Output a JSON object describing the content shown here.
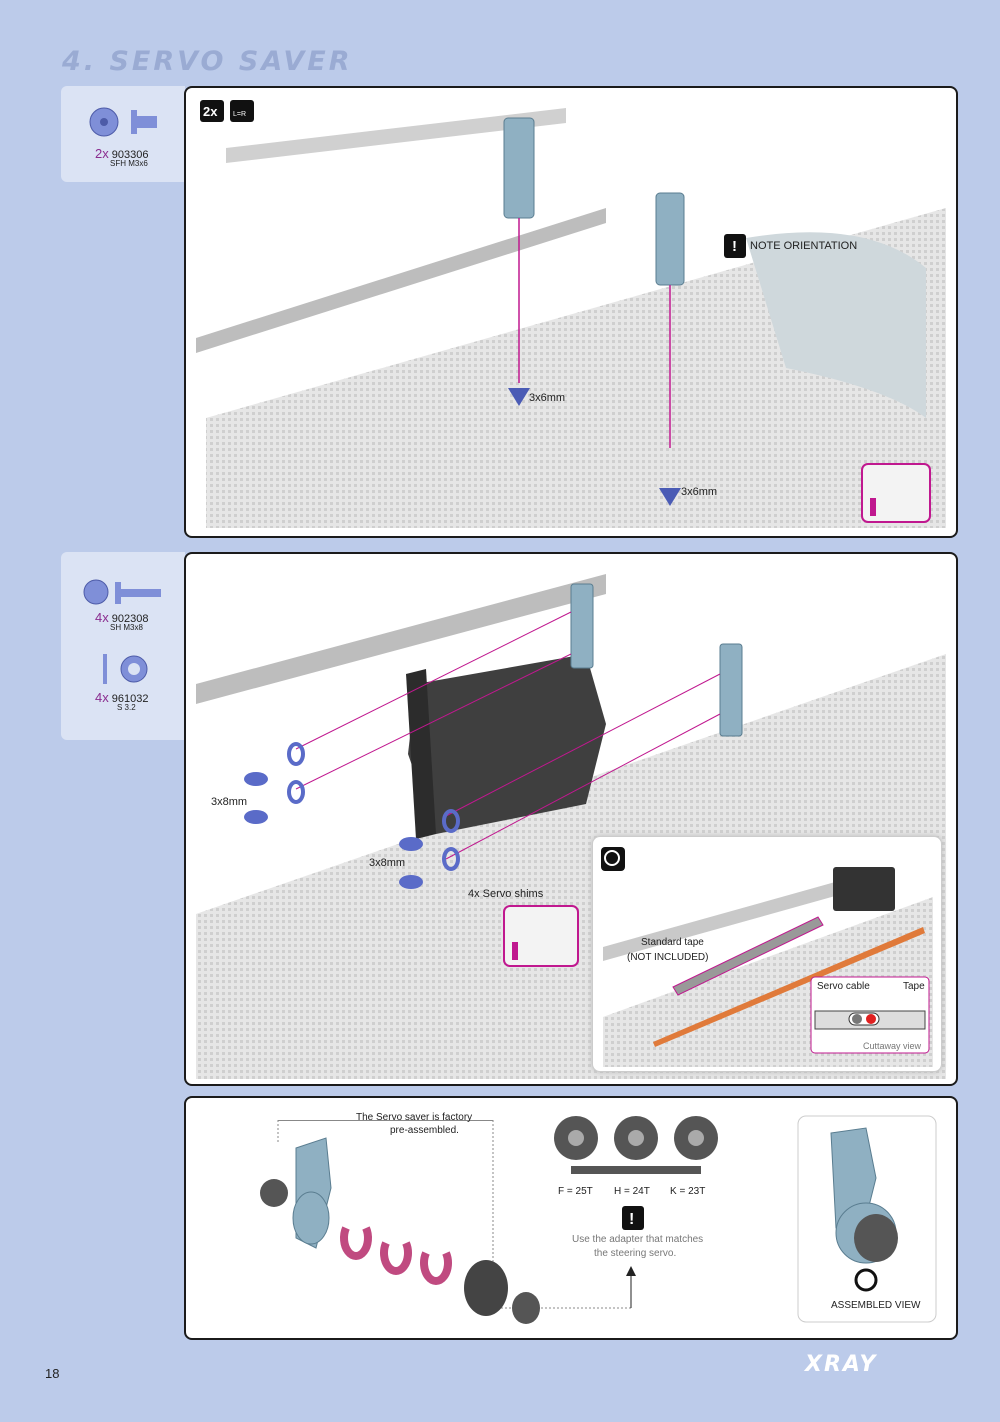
{
  "page": {
    "title": "4. SERVO SAVER",
    "page_number": "18",
    "logo": "XRAY"
  },
  "step1": {
    "part": {
      "qty": "2x",
      "code": "903306",
      "desc": "SFH M3x6"
    },
    "badge_qty": "2x",
    "badge_lr": "L=R",
    "note": "NOTE ORIENTATION",
    "screw_a": "3x6mm",
    "screw_b": "3x6mm"
  },
  "step2": {
    "part1": {
      "qty": "4x",
      "code": "902308",
      "desc": "SH M3x8"
    },
    "part2": {
      "qty": "4x",
      "code": "961032",
      "desc": "S 3.2"
    },
    "screw_a": "3x8mm",
    "screw_b": "3x8mm",
    "shims": "4x Servo shims",
    "inset": {
      "tape_line1": "Standard tape",
      "tape_line2": "(NOT INCLUDED)",
      "servo_cable": "Servo cable",
      "tape": "Tape",
      "cutaway": "Cuttaway view"
    }
  },
  "step3": {
    "factory_line1": "The Servo saver is factory",
    "factory_line2": "pre-assembled.",
    "adapters": [
      "F = 25T",
      "H = 24T",
      "K = 23T"
    ],
    "advice_line1": "Use the adapter that matches",
    "advice_line2": "the steering servo.",
    "assembled": "ASSEMBLED VIEW"
  }
}
